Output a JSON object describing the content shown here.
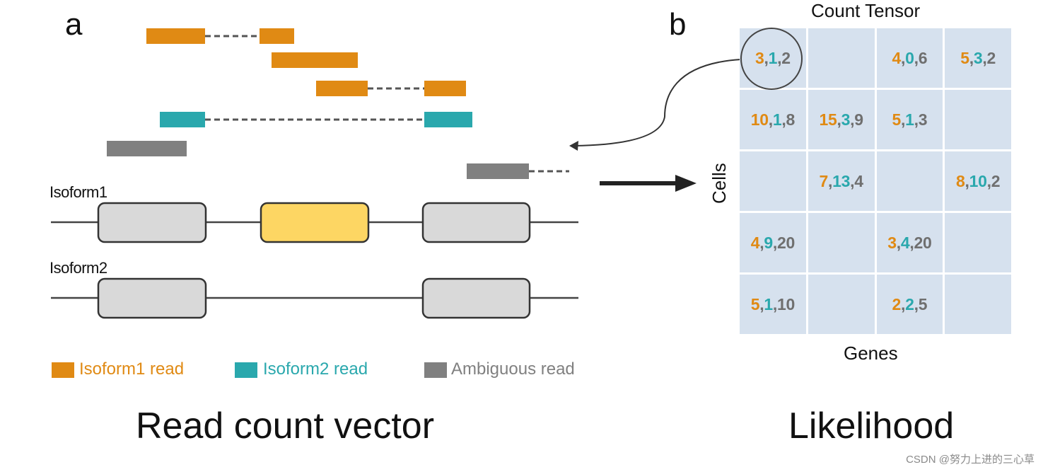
{
  "panel_a": {
    "letter": "a",
    "isoform1_label": "Isoform1",
    "isoform2_label": "Isoform2",
    "legend": [
      {
        "label": "Isoform1 read",
        "color": "#e08a14"
      },
      {
        "label": "Isoform2 read",
        "color": "#2aa8ad"
      },
      {
        "label": "Ambiguous read",
        "color": "#808080"
      }
    ],
    "caption": "Read count vector",
    "colors": {
      "exon_fill": "#d9d9d9",
      "exon_highlight": "#fdd663",
      "line": "#444444"
    }
  },
  "panel_b": {
    "letter": "b",
    "title": "Count Tensor",
    "row_axis": "Cells",
    "col_axis": "Genes",
    "caption": "Likelihood",
    "cell_color": "#d6e1ee",
    "grid": [
      [
        [
          3,
          1,
          2
        ],
        null,
        [
          4,
          0,
          6
        ],
        [
          5,
          3,
          2
        ]
      ],
      [
        [
          10,
          1,
          8
        ],
        [
          15,
          3,
          9
        ],
        [
          5,
          1,
          3
        ],
        null
      ],
      [
        null,
        [
          7,
          13,
          4
        ],
        null,
        [
          8,
          10,
          2
        ]
      ],
      [
        [
          4,
          9,
          20
        ],
        null,
        [
          3,
          4,
          20
        ],
        null
      ],
      [
        [
          5,
          1,
          10
        ],
        null,
        [
          2,
          2,
          5
        ],
        null
      ]
    ]
  },
  "watermark": "CSDN @努力上进的三心草"
}
